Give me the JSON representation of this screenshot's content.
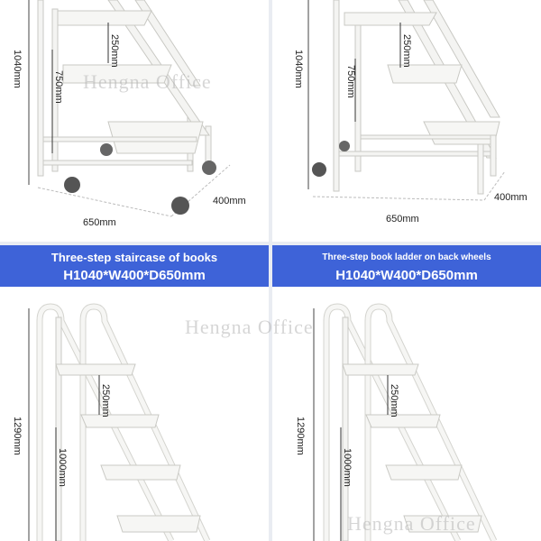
{
  "panels": [
    {
      "height": "1040mm",
      "width": "400mm",
      "depth": "650mm",
      "upper_rise": "250mm",
      "platform": "750mm"
    },
    {
      "height": "1040mm",
      "width": "400mm",
      "depth": "650mm",
      "upper_rise": "250mm",
      "platform": "750mm"
    },
    {
      "height": "1290mm",
      "upper_rise": "250mm",
      "platform": "1000mm"
    },
    {
      "height": "1290mm",
      "upper_rise": "250mm",
      "platform": "1000mm"
    }
  ],
  "banners": [
    {
      "title": "Three-step staircase of books",
      "spec": "H1040*W400*D650mm"
    },
    {
      "title": "Three-step book ladder on back wheels",
      "spec": "H1040*W400*D650mm"
    }
  ],
  "watermark": "Hengna Office",
  "colors": {
    "banner": "#3e63d8",
    "frame": "#f4f4f2",
    "frame_stroke": "#c9c9c4"
  }
}
